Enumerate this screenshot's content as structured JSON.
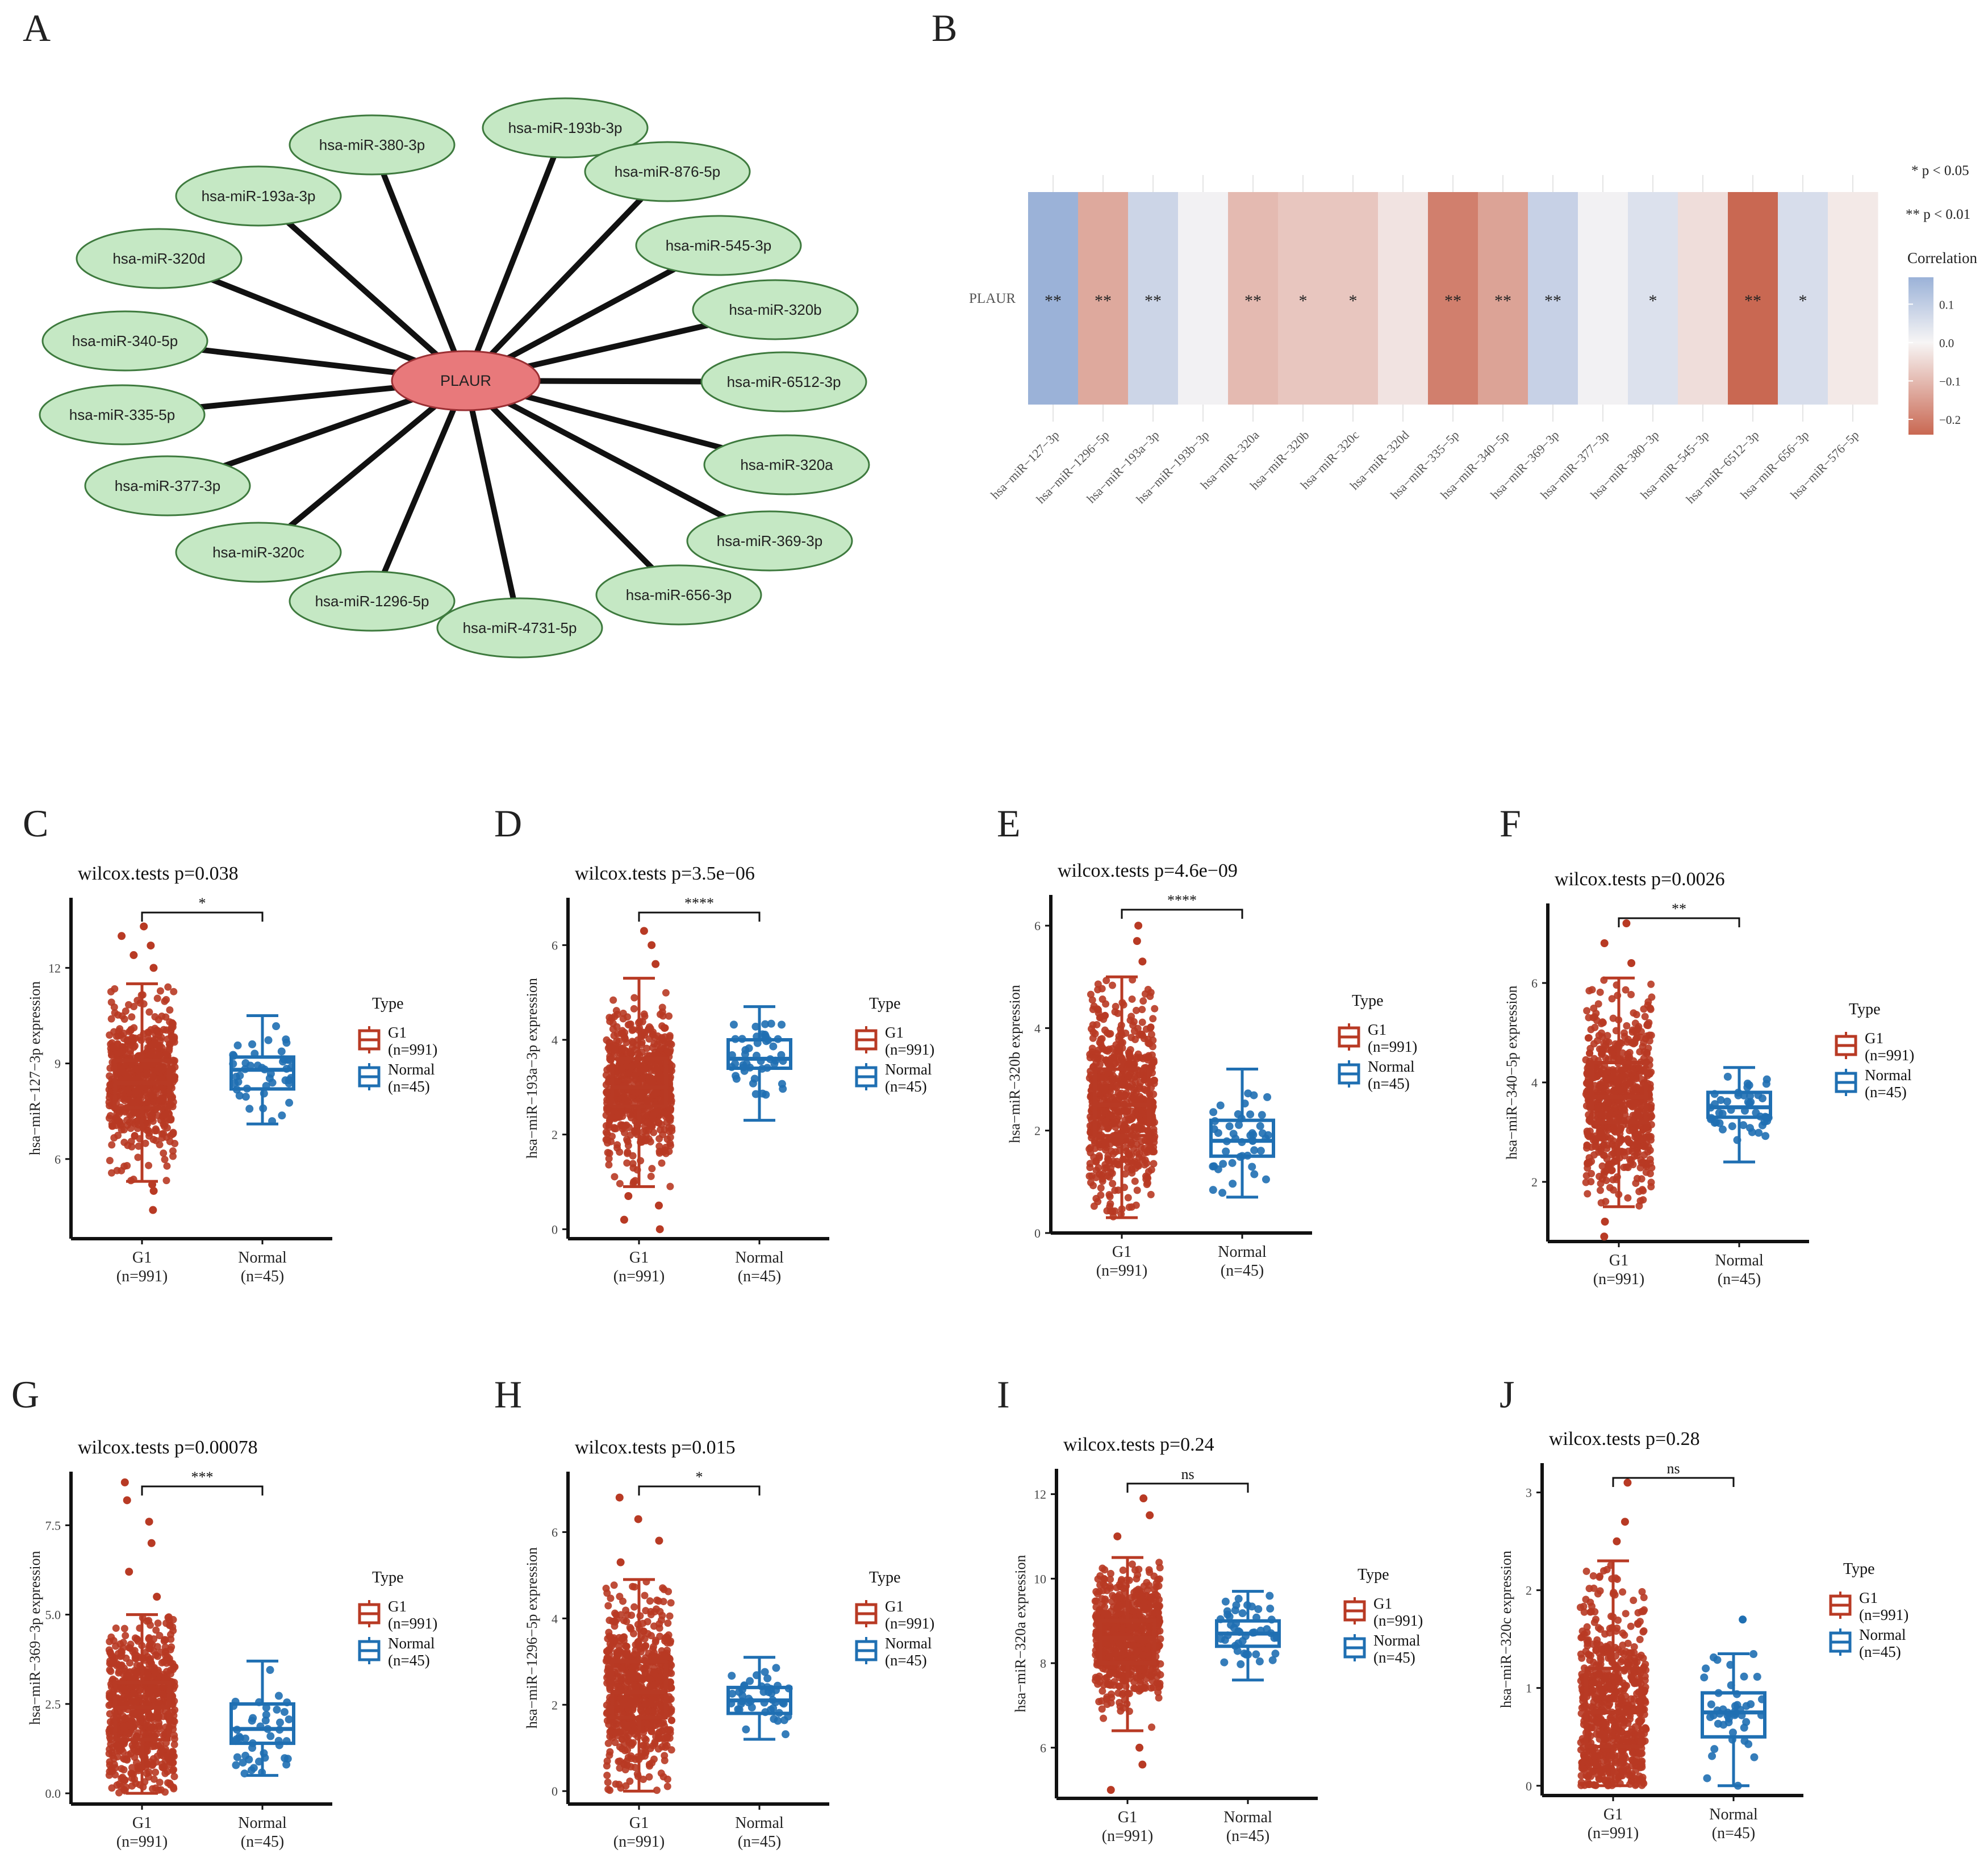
{
  "colors": {
    "g1": "#b83a24",
    "normal": "#1f6fb2",
    "node_fill": "#c5e8c4",
    "node_stroke": "#3e7a3e",
    "center_fill": "#e8797b",
    "center_stroke": "#9a2f33",
    "edge": "#111111",
    "heat_pos": "#6b8ec9",
    "heat_neg": "#c55c44",
    "heat_mid": "#f7f5f5"
  },
  "panels": {
    "a": "A",
    "b": "B",
    "c": "C",
    "d": "D",
    "e": "E",
    "f": "F",
    "g": "G",
    "h": "H",
    "i": "I",
    "j": "J"
  },
  "network": {
    "center": "PLAUR",
    "nodes": [
      "hsa-miR-380-3p",
      "hsa-miR-193b-3p",
      "hsa-miR-876-5p",
      "hsa-miR-545-3p",
      "hsa-miR-320b",
      "hsa-miR-6512-3p",
      "hsa-miR-320a",
      "hsa-miR-369-3p",
      "hsa-miR-656-3p",
      "hsa-miR-4731-5p",
      "hsa-miR-1296-5p",
      "hsa-miR-320c",
      "hsa-miR-377-3p",
      "hsa-miR-335-5p",
      "hsa-miR-340-5p",
      "hsa-miR-320d",
      "hsa-miR-193a-3p"
    ]
  },
  "chart_data": [
    {
      "panel": "B",
      "type": "heatmap",
      "row_label": "PLAUR",
      "columns": [
        "hsa−miR−127−3p",
        "hsa−miR−1296−5p",
        "hsa−miR−193a−3p",
        "hsa−miR−193b−3p",
        "hsa−miR−320a",
        "hsa−miR−320b",
        "hsa−miR−320c",
        "hsa−miR−320d",
        "hsa−miR−335−5p",
        "hsa−miR−340−5p",
        "hsa−miR−369−3p",
        "hsa−miR−377−3p",
        "hsa−miR−380−3p",
        "hsa−miR−545−3p",
        "hsa−miR−6512−3p",
        "hsa−miR−656−3p",
        "hsa−miR−576−5p"
      ],
      "values": [
        0.17,
        -0.13,
        0.08,
        0.01,
        -0.1,
        -0.08,
        -0.08,
        -0.03,
        -0.2,
        -0.14,
        0.09,
        0.01,
        0.05,
        -0.04,
        -0.24,
        0.06,
        -0.02
      ],
      "significance": [
        "**",
        "**",
        "**",
        "",
        "**",
        "*",
        "*",
        "",
        "**",
        "**",
        "**",
        "",
        "*",
        "",
        "**",
        "*",
        ""
      ],
      "legend_notes": [
        "* p < 0.05",
        "** p < 0.01"
      ],
      "legend_title": "Correlation",
      "legend_ticks": [
        "0.1",
        "0.0",
        "−0.1",
        "−0.2"
      ],
      "legend_tick_values": [
        0.1,
        0.0,
        -0.1,
        -0.2
      ],
      "value_range": [
        -0.24,
        0.17
      ]
    },
    {
      "panel": "C",
      "type": "box",
      "title": "wilcox.tests p=0.038",
      "ylabel": "hsa−miR−127−3p expression",
      "significance": "*",
      "ylim": [
        3.5,
        14.2
      ],
      "yticks": [
        6,
        9,
        12
      ],
      "ytick_labels": [
        "6",
        "9",
        "12"
      ],
      "categories": [
        "G1\n(n=991)",
        "Normal\n(n=45)"
      ],
      "groups": [
        {
          "name": "G1",
          "n": 991,
          "min": 5.3,
          "q1": 7.6,
          "median": 8.4,
          "q3": 9.1,
          "max": 11.5,
          "outliers": [
            4.4,
            5.0,
            5.2,
            12.0,
            12.4,
            12.7,
            13.0,
            13.3
          ]
        },
        {
          "name": "Normal",
          "n": 45,
          "min": 7.1,
          "q1": 8.2,
          "median": 8.8,
          "q3": 9.2,
          "max": 10.5,
          "outliers": []
        }
      ],
      "legend_title": "Type",
      "legend_entries": [
        {
          "name": "G1",
          "n": "(n=991)"
        },
        {
          "name": "Normal",
          "n": "(n=45)"
        }
      ]
    },
    {
      "panel": "D",
      "type": "box",
      "title": "wilcox.tests p=3.5e−06",
      "ylabel": "hsa−miR−193a−3p expression",
      "significance": "****",
      "ylim": [
        -0.2,
        7.0
      ],
      "yticks": [
        0,
        2,
        4,
        6
      ],
      "ytick_labels": [
        "0",
        "2",
        "4",
        "6"
      ],
      "categories": [
        "G1\n(n=991)",
        "Normal\n(n=45)"
      ],
      "groups": [
        {
          "name": "G1",
          "n": 991,
          "min": 0.9,
          "q1": 2.6,
          "median": 3.0,
          "q3": 3.6,
          "max": 5.3,
          "outliers": [
            0.0,
            0.2,
            0.5,
            0.7,
            5.6,
            6.0,
            6.3
          ]
        },
        {
          "name": "Normal",
          "n": 45,
          "min": 2.3,
          "q1": 3.4,
          "median": 3.6,
          "q3": 4.0,
          "max": 4.7,
          "outliers": []
        }
      ],
      "legend_title": "Type",
      "legend_entries": [
        {
          "name": "G1",
          "n": "(n=991)"
        },
        {
          "name": "Normal",
          "n": "(n=45)"
        }
      ]
    },
    {
      "panel": "E",
      "type": "box",
      "title": "wilcox.tests p=4.6e−09",
      "ylabel": "hsa−miR−320b expression",
      "significance": "****",
      "ylim": [
        0,
        6.6
      ],
      "yticks": [
        0,
        2,
        4,
        6
      ],
      "ytick_labels": [
        "0",
        "2",
        "4",
        "6"
      ],
      "categories": [
        "G1\n(n=991)",
        "Normal\n(n=45)"
      ],
      "groups": [
        {
          "name": "G1",
          "n": 991,
          "min": 0.3,
          "q1": 1.9,
          "median": 2.5,
          "q3": 3.2,
          "max": 5.0,
          "outliers": [
            5.3,
            5.7,
            6.0
          ]
        },
        {
          "name": "Normal",
          "n": 45,
          "min": 0.7,
          "q1": 1.5,
          "median": 1.8,
          "q3": 2.2,
          "max": 3.2,
          "outliers": []
        }
      ],
      "legend_title": "Type",
      "legend_entries": [
        {
          "name": "G1",
          "n": "(n=991)"
        },
        {
          "name": "Normal",
          "n": "(n=45)"
        }
      ]
    },
    {
      "panel": "F",
      "type": "box",
      "title": "wilcox.tests p=0.0026",
      "ylabel": "hsa−miR−340−5p expression",
      "significance": "**",
      "ylim": [
        0.8,
        7.6
      ],
      "yticks": [
        2,
        4,
        6
      ],
      "ytick_labels": [
        "2",
        "4",
        "6"
      ],
      "categories": [
        "G1\n(n=991)",
        "Normal\n(n=45)"
      ],
      "groups": [
        {
          "name": "G1",
          "n": 991,
          "min": 1.5,
          "q1": 3.2,
          "median": 3.7,
          "q3": 4.4,
          "max": 6.1,
          "outliers": [
            0.9,
            1.2,
            6.4,
            6.8,
            7.2
          ]
        },
        {
          "name": "Normal",
          "n": 45,
          "min": 2.4,
          "q1": 3.3,
          "median": 3.5,
          "q3": 3.8,
          "max": 4.3,
          "outliers": []
        }
      ],
      "legend_title": "Type",
      "legend_entries": [
        {
          "name": "G1",
          "n": "(n=991)"
        },
        {
          "name": "Normal",
          "n": "(n=45)"
        }
      ]
    },
    {
      "panel": "G",
      "type": "box",
      "title": "wilcox.tests p=0.00078",
      "ylabel": "hsa−miR−369−3p expression",
      "significance": "***",
      "ylim": [
        -0.3,
        9.0
      ],
      "yticks": [
        0,
        2.5,
        5,
        7.5
      ],
      "ytick_labels": [
        "0.0",
        "2.5",
        "5.0",
        "7.5"
      ],
      "categories": [
        "G1\n(n=991)",
        "Normal\n(n=45)"
      ],
      "groups": [
        {
          "name": "G1",
          "n": 991,
          "min": 0.0,
          "q1": 1.5,
          "median": 2.4,
          "q3": 3.1,
          "max": 5.0,
          "outliers": [
            5.5,
            6.2,
            7.0,
            7.6,
            8.2,
            8.7
          ]
        },
        {
          "name": "Normal",
          "n": 45,
          "min": 0.5,
          "q1": 1.4,
          "median": 1.8,
          "q3": 2.5,
          "max": 3.7,
          "outliers": []
        }
      ],
      "legend_title": "Type",
      "legend_entries": [
        {
          "name": "G1",
          "n": "(n=991)"
        },
        {
          "name": "Normal",
          "n": "(n=45)"
        }
      ]
    },
    {
      "panel": "H",
      "type": "box",
      "title": "wilcox.tests p=0.015",
      "ylabel": "hsa−miR−1296−5p expression",
      "significance": "*",
      "ylim": [
        -0.3,
        7.4
      ],
      "yticks": [
        0,
        2,
        4,
        6
      ],
      "ytick_labels": [
        "0",
        "2",
        "4",
        "6"
      ],
      "categories": [
        "G1\n(n=991)",
        "Normal\n(n=45)"
      ],
      "groups": [
        {
          "name": "G1",
          "n": 991,
          "min": 0.0,
          "q1": 1.7,
          "median": 2.3,
          "q3": 3.0,
          "max": 4.9,
          "outliers": [
            5.3,
            5.8,
            6.3,
            6.8
          ]
        },
        {
          "name": "Normal",
          "n": 45,
          "min": 1.2,
          "q1": 1.8,
          "median": 2.1,
          "q3": 2.4,
          "max": 3.1,
          "outliers": []
        }
      ],
      "legend_title": "Type",
      "legend_entries": [
        {
          "name": "G1",
          "n": "(n=991)"
        },
        {
          "name": "Normal",
          "n": "(n=45)"
        }
      ]
    },
    {
      "panel": "I",
      "type": "box",
      "title": "wilcox.tests p=0.24",
      "ylabel": "hsa−miR−320a expression",
      "significance": "ns",
      "ylim": [
        4.8,
        12.6
      ],
      "yticks": [
        6,
        8,
        10,
        12
      ],
      "ytick_labels": [
        "6",
        "8",
        "10",
        "12"
      ],
      "categories": [
        "G1\n(n=991)",
        "Normal\n(n=45)"
      ],
      "groups": [
        {
          "name": "G1",
          "n": 991,
          "min": 6.4,
          "q1": 8.0,
          "median": 8.6,
          "q3": 9.0,
          "max": 10.5,
          "outliers": [
            5.0,
            5.6,
            6.0,
            11.0,
            11.5,
            11.9
          ]
        },
        {
          "name": "Normal",
          "n": 45,
          "min": 7.6,
          "q1": 8.4,
          "median": 8.7,
          "q3": 9.0,
          "max": 9.7,
          "outliers": []
        }
      ],
      "legend_title": "Type",
      "legend_entries": [
        {
          "name": "G1",
          "n": "(n=991)"
        },
        {
          "name": "Normal",
          "n": "(n=45)"
        }
      ]
    },
    {
      "panel": "J",
      "type": "box",
      "title": "wilcox.tests p=0.28",
      "ylabel": "hsa−miR−320c expression",
      "significance": "ns",
      "ylim": [
        -0.1,
        3.3
      ],
      "yticks": [
        0,
        1,
        2,
        3
      ],
      "ytick_labels": [
        "0",
        "1",
        "2",
        "3"
      ],
      "categories": [
        "G1\n(n=991)",
        "Normal\n(n=45)"
      ],
      "groups": [
        {
          "name": "G1",
          "n": 991,
          "min": 0.0,
          "q1": 0.4,
          "median": 0.75,
          "q3": 1.2,
          "max": 2.3,
          "outliers": [
            2.5,
            2.7,
            3.1
          ]
        },
        {
          "name": "Normal",
          "n": 45,
          "min": 0.0,
          "q1": 0.5,
          "median": 0.75,
          "q3": 0.95,
          "max": 1.35,
          "outliers": [
            1.7
          ]
        }
      ],
      "legend_title": "Type",
      "legend_entries": [
        {
          "name": "G1",
          "n": "(n=991)"
        },
        {
          "name": "Normal",
          "n": "(n=45)"
        }
      ]
    }
  ]
}
